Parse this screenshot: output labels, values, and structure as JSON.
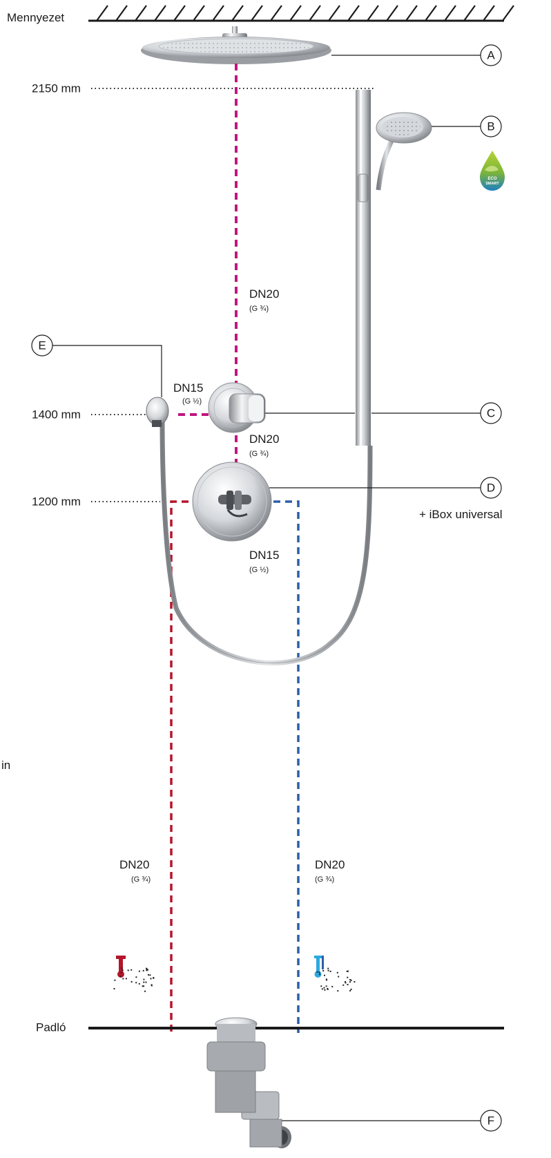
{
  "labels": {
    "ceiling": "Mennyezet",
    "floor": "Padló",
    "h2150": "2150 mm",
    "h1400": "1400 mm",
    "h1200": "1200 mm",
    "ibox": "+ iBox universal",
    "cut_text": "in"
  },
  "callouts": [
    "A",
    "B",
    "C",
    "D",
    "E",
    "F"
  ],
  "pipes": {
    "top_main": {
      "dn": "DN20",
      "g": "(G ¾)"
    },
    "dn15_left": {
      "dn": "DN15",
      "g": "(G ½)"
    },
    "mid": {
      "dn": "DN20",
      "g": "(G ¾)"
    },
    "under_thermo": {
      "dn": "DN15",
      "g": "(G ½)"
    },
    "hot": {
      "dn": "DN20",
      "g": "(G ¾)"
    },
    "cold": {
      "dn": "DN20",
      "g": "(G ¾)"
    }
  },
  "badge": {
    "line1": "ECO",
    "line2": "SMART"
  },
  "colors": {
    "magenta": "#c0157f",
    "hot_red": "#b5152b",
    "cold_blue": "#2b5fa8",
    "eco_green": "#8cc63f",
    "eco_blue": "#1d7fc1"
  }
}
